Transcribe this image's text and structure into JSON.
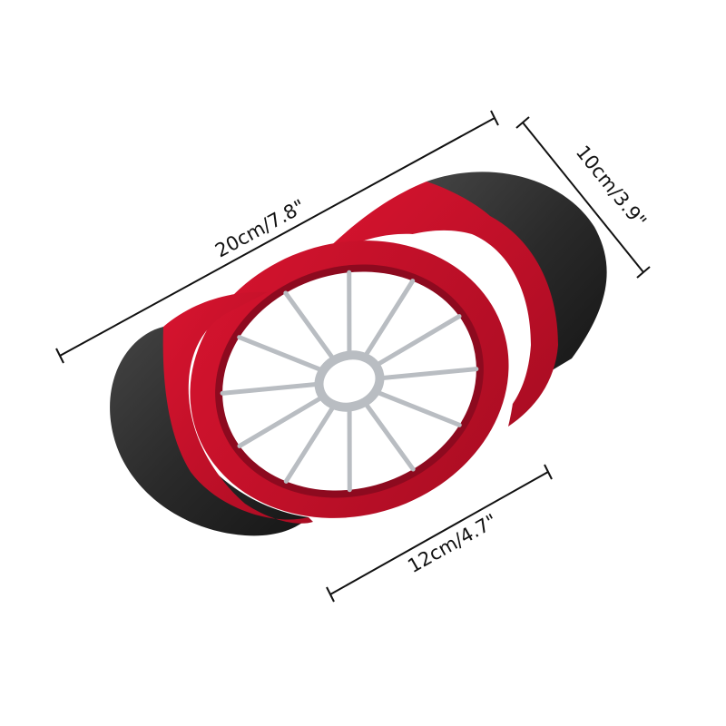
{
  "product": {
    "name": "apple-slicer",
    "blade_count": 12
  },
  "dimensions": {
    "length": "20cm/7.8\"",
    "width": "10cm/3.9\"",
    "ring": "12cm/4.7\""
  },
  "colors": {
    "background": "#ffffff",
    "frame": "#c8102e",
    "frame_shadow": "#8d0a1f",
    "handle": "#2b2b2b",
    "blade": "#b9bdc2",
    "line": "#111111"
  }
}
